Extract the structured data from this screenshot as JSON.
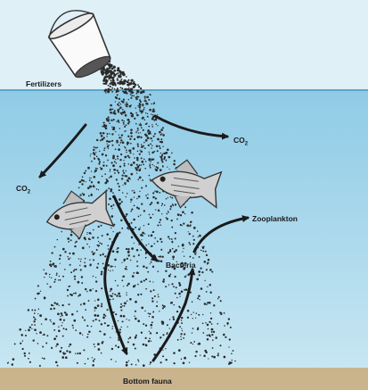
{
  "labels": {
    "fertilizers": "Fertilizers",
    "co2_right": "CO",
    "co2_left": "CO",
    "co2_subscript": "2",
    "zooplankton": "Zooplankton",
    "bacteria": "Bacteria",
    "bottom_fauna": "Bottom fauna"
  },
  "colors": {
    "sky": "#dff0f7",
    "water_top": "#8fcbe6",
    "water_bottom": "#c7e6f2",
    "sediment": "#c9b48e",
    "particles": "#2b2b2b",
    "fish_body": "#d0d0d0",
    "arrows": "#1a1a1a"
  },
  "icons": {
    "bucket": "bucket-icon",
    "fish_left": "fish-icon",
    "fish_right": "fish-icon"
  }
}
